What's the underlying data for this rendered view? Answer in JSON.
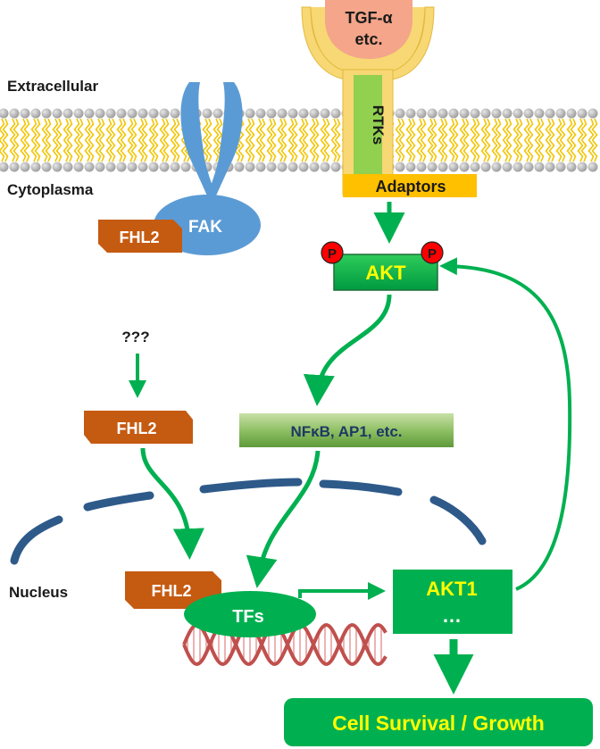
{
  "labels": {
    "extracellular": "Extracellular",
    "cytoplasma": "Cytoplasma",
    "nucleus": "Nucleus"
  },
  "ligand": {
    "line1": "TGF-α",
    "line2": "etc."
  },
  "receptor": {
    "label": "RTKs"
  },
  "adaptors": {
    "label": "Adaptors"
  },
  "fak": {
    "label": "FAK"
  },
  "fhl2": {
    "membrane": "FHL2",
    "cytoplasmic": "FHL2",
    "nuclear": "FHL2"
  },
  "unknown": {
    "label": "???"
  },
  "akt": {
    "label": "AKT",
    "phospho_left": "P",
    "phospho_right": "P"
  },
  "nfkb": {
    "label": "NFκB,  AP1, etc."
  },
  "tfs": {
    "label": "TFs"
  },
  "akt1": {
    "line1": "AKT1",
    "line2": "…"
  },
  "outcome": {
    "label": "Cell Survival / Growth"
  },
  "colors": {
    "membrane_bead": "#b8b8b8",
    "membrane_tail": "#f2c500",
    "fhl2": "#c55a11",
    "fak": "#5b9bd5",
    "receptor_yellow": "#f7d874",
    "receptor_green": "#92d050",
    "ligand": "#f4a58a",
    "adaptors": "#ffc000",
    "akt_fill": "#00b050",
    "akt_text": "#ffff00",
    "phospho": "#ff0000",
    "arrow": "#00b050",
    "nfkb": "#70ad47",
    "nfkb_text": "#1f3864",
    "nucleus_envelope": "#2e5a8a",
    "dna": "#c0504d"
  }
}
